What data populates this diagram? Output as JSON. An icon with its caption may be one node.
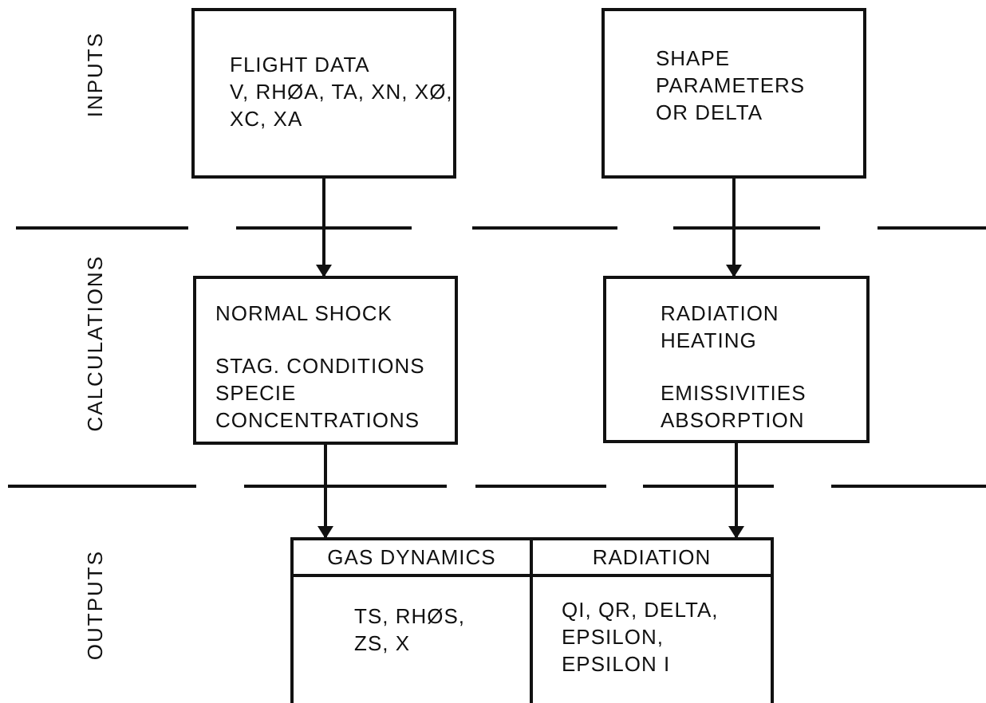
{
  "diagram": {
    "nodes": [
      {
        "text": [
          "FLIGHT DATA",
          "V, RHØA, TA, XN, XØ, XC, XA"
        ]
      },
      {
        "text": [
          "SHAPE PARAMETERS OR DELTA"
        ]
      },
      {
        "text": [
          "NORMAL SHOCK",
          "STAG. CONDITIONS SPECIE CONCENTRATIONS"
        ]
      },
      {
        "text": [
          "RADIATION HEATING",
          "EMISSIVITIES ABSORPTION"
        ]
      },
      {
        "text": [
          "GAS DYNAMICS",
          "TS, RHØS, ZS, X"
        ]
      },
      {
        "text": [
          "RADIATION",
          "QI, QR, DELTA, EPSILON, EPSILON I"
        ]
      }
    ],
    "edges": [
      {
        "from": 0,
        "to": 2,
        "arrow": "to"
      },
      {
        "from": 1,
        "to": 3,
        "arrow": "to"
      },
      {
        "from": 2,
        "to": 4,
        "arrow": "to"
      },
      {
        "from": 3,
        "to": 5,
        "arrow": "to"
      }
    ],
    "labels": [
      "INPUTS",
      "CALCULATIONS",
      "OUTPUTS"
    ]
  }
}
